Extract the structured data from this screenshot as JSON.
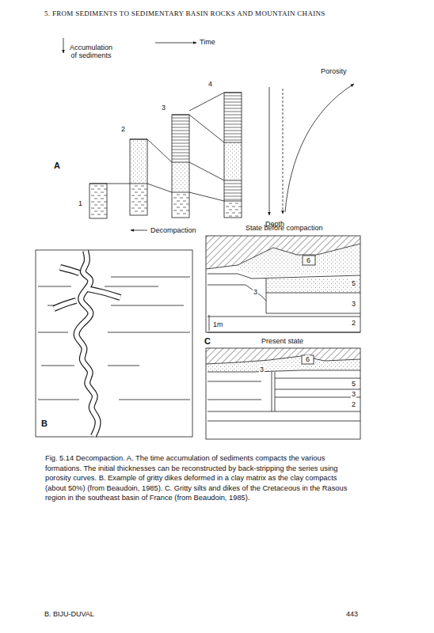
{
  "diagram": {
    "caption": "Fig. 5.14 Decompaction. A. The time accumulation of sediments compacts the various formations. The initial thicknesses can be reconstructed by back-stripping the series using porosity curves. B. Example of gritty dikes deformed in a clay matrix as the clay compacts (about 50%) (from Beaudoin, 1985). C. Gritty silts and dikes of the Cretaceous in the Rasous region in the southeast basin of France (from Beaudoin, 1985).",
    "labels": [
      "5. FROM SEDIMENTS TO SEDIMENTARY BASIN ROCKS AND MOUNTAIN CHAINS",
      "Time",
      "Accumulation of sediments",
      "Porosity",
      "A",
      "1",
      "2",
      "3",
      "4",
      "Decompaction",
      "Depth",
      "State before compaction",
      "6",
      "5",
      "3",
      "3",
      "1m",
      "2",
      "B",
      "C",
      "Present state",
      "6",
      "3",
      "5",
      "3",
      "2",
      "B. BIJU-DUVAL",
      "443"
    ]
  }
}
